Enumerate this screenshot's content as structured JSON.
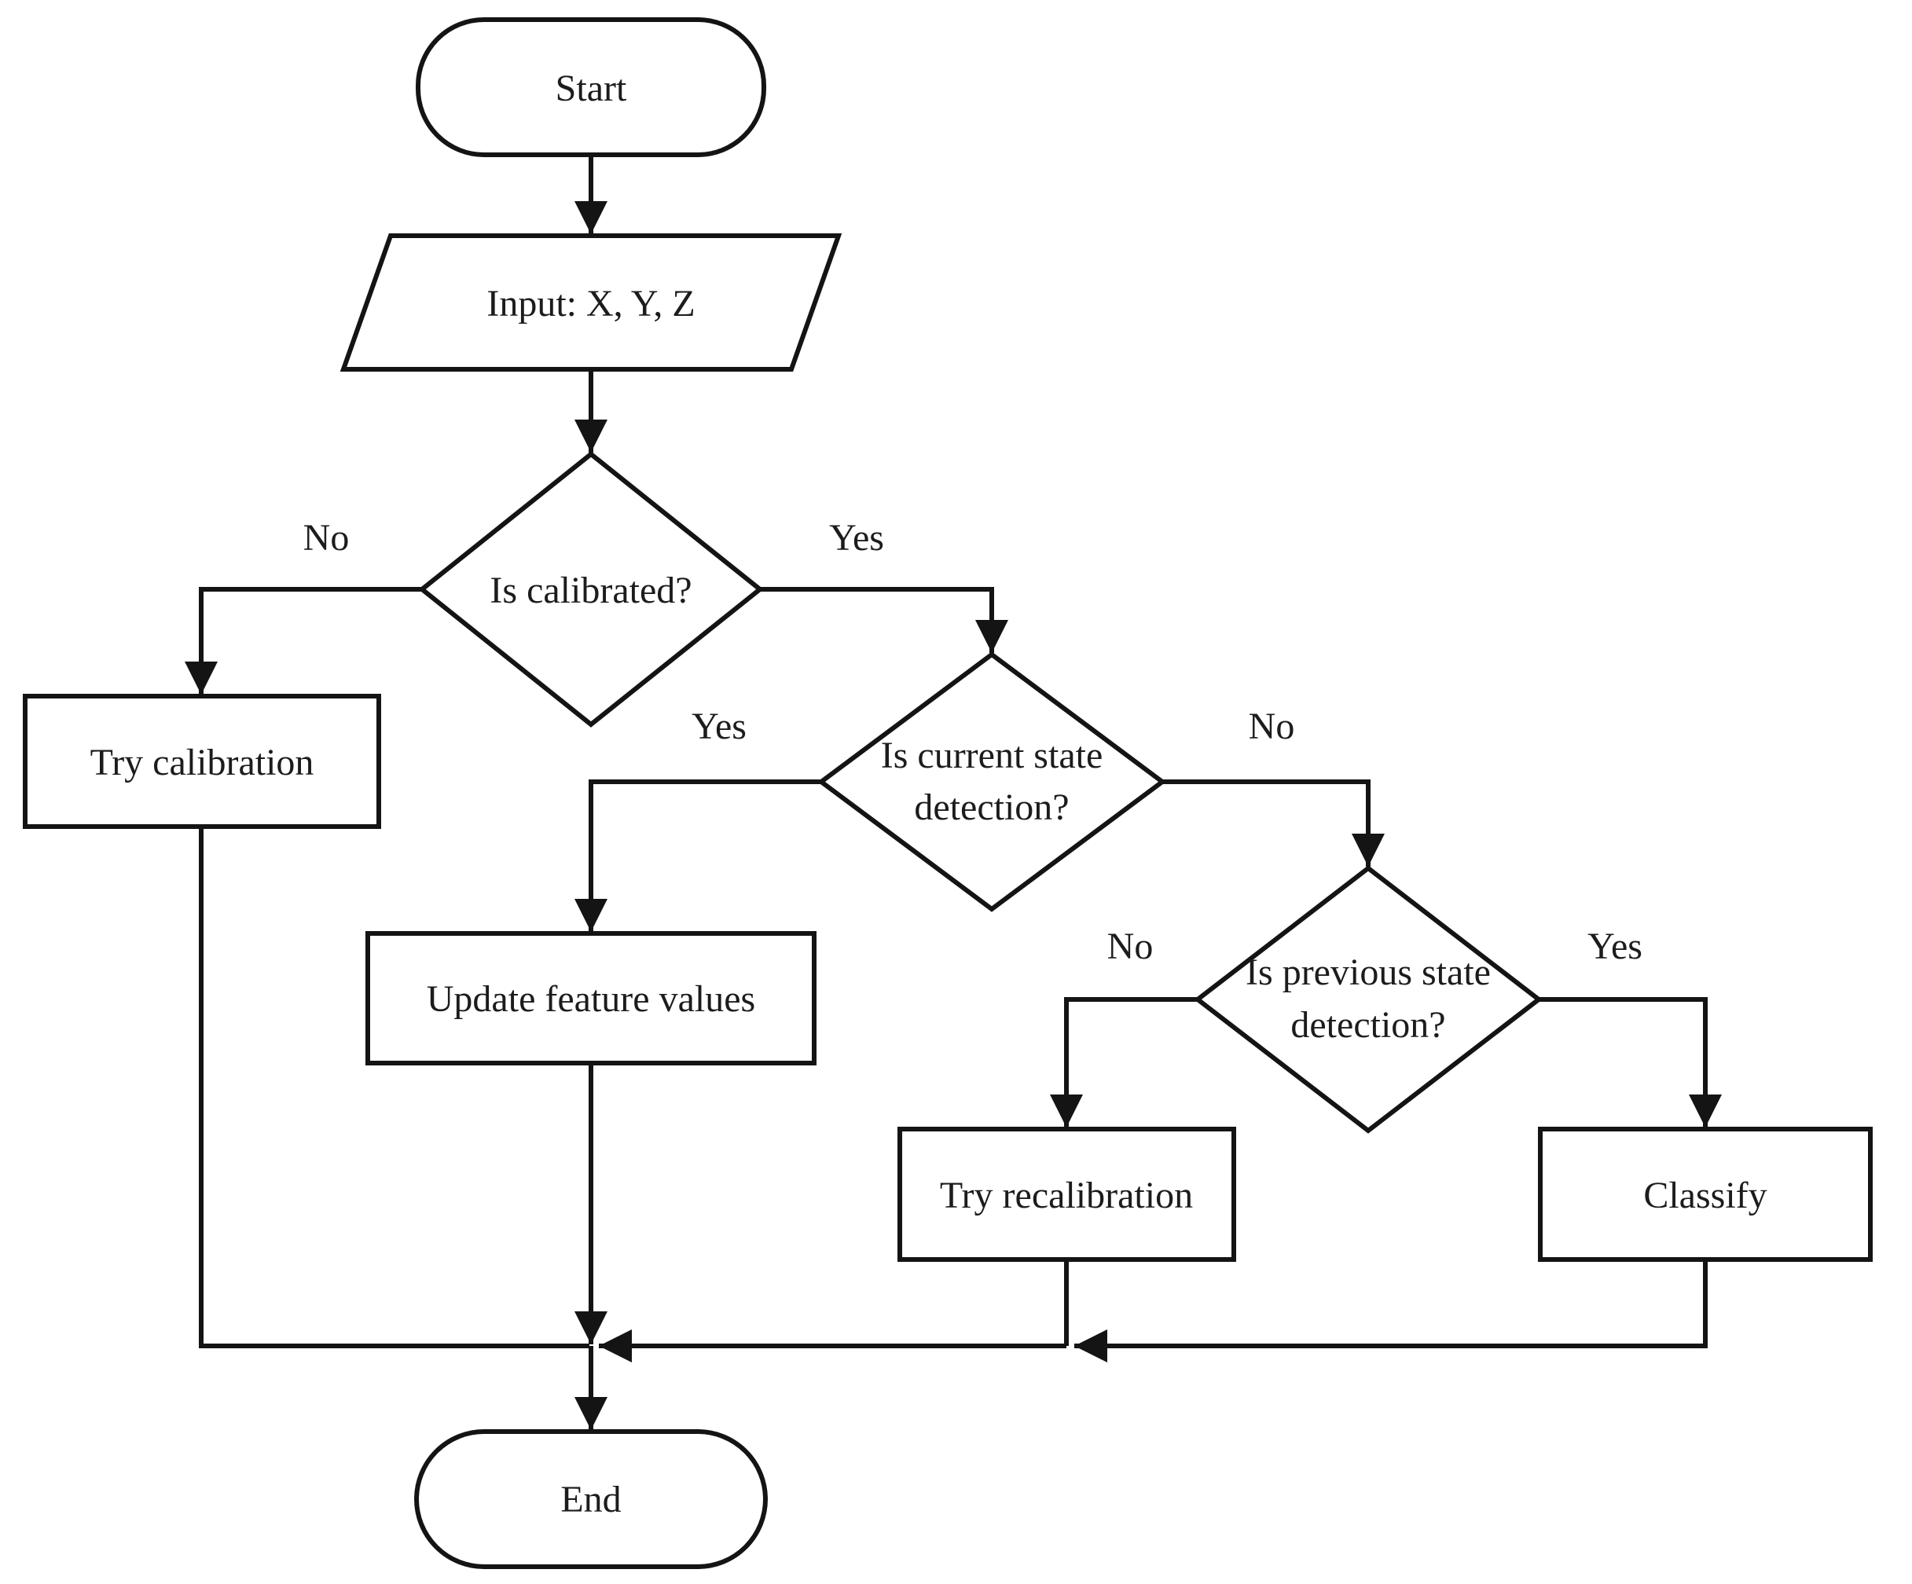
{
  "flowchart": {
    "colors": {
      "background": "#ffffff",
      "line": "#141414",
      "text": "#1c1c1c"
    },
    "nodes": {
      "start": {
        "shape": "terminator",
        "label": "Start"
      },
      "input": {
        "shape": "parallelogram",
        "label": "Input: X, Y, Z"
      },
      "is_calibrated": {
        "shape": "decision",
        "label": "Is calibrated?"
      },
      "try_calibration": {
        "shape": "process",
        "label": "Try calibration"
      },
      "is_current_state": {
        "shape": "decision",
        "label_lines": [
          "Is current state",
          "detection?"
        ]
      },
      "update_feature_values": {
        "shape": "process",
        "label": "Update feature values"
      },
      "is_previous_state": {
        "shape": "decision",
        "label_lines": [
          "Is previous state",
          "detection?"
        ]
      },
      "try_recalibration": {
        "shape": "process",
        "label": "Try recalibration"
      },
      "classify": {
        "shape": "process",
        "label": "Classify"
      },
      "end": {
        "shape": "terminator",
        "label": "End"
      }
    },
    "edge_labels": {
      "is_calibrated_no": "No",
      "is_calibrated_yes": "Yes",
      "is_current_state_yes": "Yes",
      "is_current_state_no": "No",
      "is_previous_state_no": "No",
      "is_previous_state_yes": "Yes"
    }
  }
}
